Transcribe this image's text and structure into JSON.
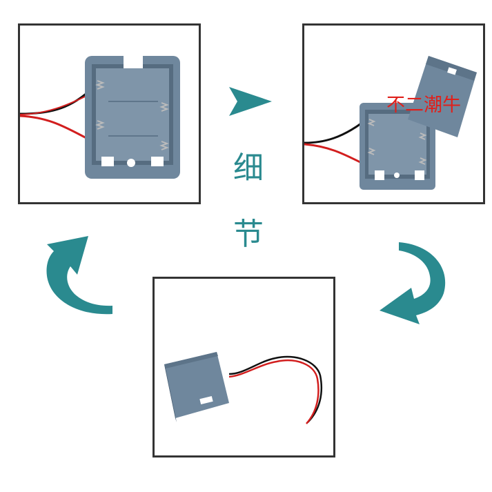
{
  "caption": {
    "line1": "细",
    "line2": "节"
  },
  "watermark": {
    "text": "不二潮牛"
  },
  "colors": {
    "accent": "#2a8a8f",
    "box": "#6f879d",
    "box_dark": "#556b80",
    "watermark": "#e0201b"
  },
  "icons": {
    "right_arrow": "teal-triangle-right",
    "curved_down_arrow": "teal-curved-arrow-down-left",
    "curved_up_arrow": "teal-curved-arrow-up"
  }
}
